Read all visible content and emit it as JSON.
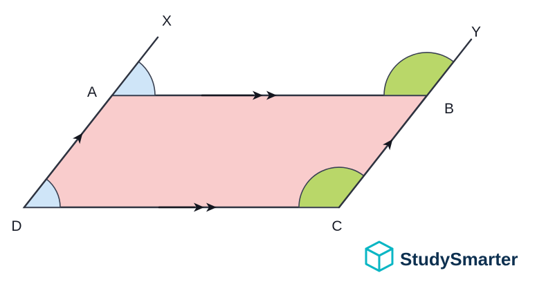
{
  "diagram": {
    "title": "parallelogram-with-parallel-rays-and-angle-markers",
    "vertex_labels": {
      "a": "A",
      "b": "B",
      "c": "C",
      "d": "D"
    },
    "ray_labels": {
      "x": "X",
      "y": "Y"
    },
    "colors": {
      "shape_fill": "#F9CCCC",
      "shape_stroke": "#2E3340",
      "angle_blue_fill": "#CFE5F8",
      "angle_green_fill": "#B9D769",
      "line_color": "#2E3340",
      "arrow_color": "#14161F"
    }
  },
  "branding": {
    "name": "StudySmarter",
    "icon": "isometric-box-icon",
    "icon_color": "#0AB6C4",
    "text_color": "#0D3050"
  }
}
